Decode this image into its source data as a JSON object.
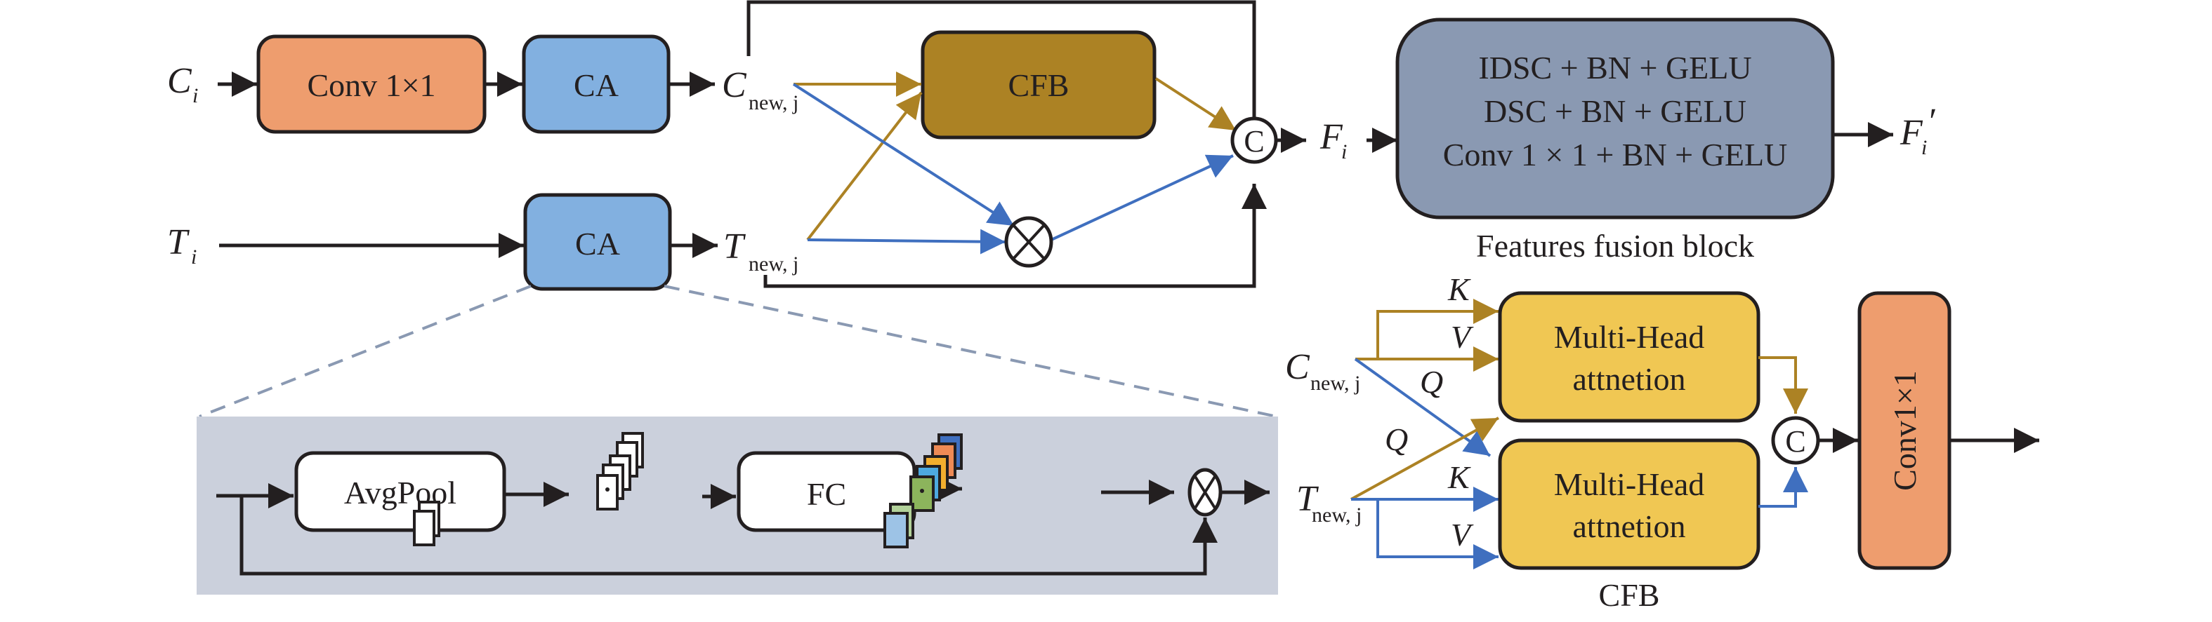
{
  "colors": {
    "conv": "#EE9D6E",
    "ca": "#82B0E0",
    "cfb": "#AC8224",
    "ffb": "#8A99B2",
    "mha": "#F0C753",
    "panel": "#CBD0DC",
    "gold_line": "#AC8224",
    "blue_line": "#3F6FBF",
    "stroke": "#231F20",
    "dashed": "#8A99B2"
  },
  "top": {
    "input_c": {
      "main": "C",
      "sub": "i"
    },
    "input_t": {
      "main": "T",
      "sub": "i"
    },
    "conv_label": "Conv  1×1",
    "ca_top_label": "CA",
    "ca_bottom_label": "CA",
    "c_new": {
      "main": "C",
      "sub": "new, j"
    },
    "t_new": {
      "main": "T",
      "sub": "new, j"
    },
    "cfb_label": "CFB",
    "concat_symbol": "C",
    "f_i": {
      "main": "F",
      "sub": "i"
    },
    "f_i_prime": {
      "main": "F",
      "sub": "i",
      "prime": "′"
    }
  },
  "ffb": {
    "lines": [
      "IDSC + BN + GELU",
      "DSC + BN + GELU",
      "Conv 1 × 1 + BN + GELU"
    ],
    "caption": "Features fusion block"
  },
  "ca_detail": {
    "avgpool_label": "AvgPool",
    "fc_label": "FC",
    "white_stack_count": 6,
    "color_stack": [
      "#9DC3E6",
      "#B3D29A",
      "#8CB45C",
      "#4DA9E0",
      "#F2AE2E",
      "#EE8A55",
      "#3F6FBF"
    ]
  },
  "cfb_detail": {
    "c_new": {
      "main": "C",
      "sub": "new, j"
    },
    "t_new": {
      "main": "T",
      "sub": "new, j"
    },
    "upper_keys": {
      "k": "K",
      "v": "V",
      "q": "Q"
    },
    "lower_keys": {
      "k": "K",
      "v": "V",
      "q": "Q"
    },
    "mha_upper": [
      "Multi-Head",
      "attnetion"
    ],
    "mha_lower": [
      "Multi-Head",
      "attnetion"
    ],
    "concat_symbol": "C",
    "conv_label": "Conv1×1",
    "caption": "CFB"
  }
}
